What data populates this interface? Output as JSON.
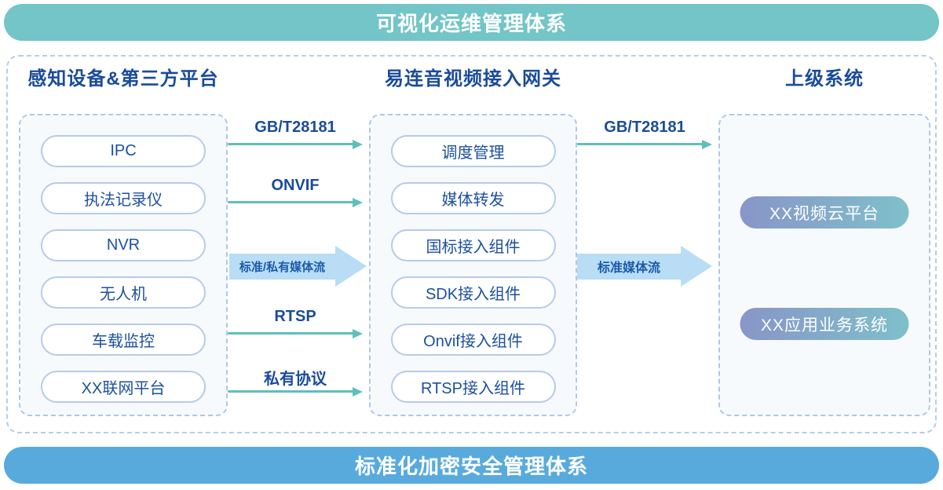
{
  "banners": {
    "top": "可视化运维管理体系",
    "bottom": "标准化加密安全管理体系"
  },
  "columns": [
    {
      "title": "感知设备&第三方平台",
      "items": [
        "IPC",
        "执法记录仪",
        "NVR",
        "无人机",
        "车载监控",
        "XX联网平台"
      ]
    },
    {
      "title": "易连音视频接入网关",
      "items": [
        "调度管理",
        "媒体转发",
        "国标接入组件",
        "SDK接入组件",
        "Onvif接入组件",
        "RTSP接入组件"
      ]
    },
    {
      "title": "上级系统",
      "items": [
        "XX视频云平台",
        "XX应用业务系统"
      ]
    }
  ],
  "flows": {
    "left_to_gateway": [
      {
        "label": "GB/T28181",
        "style": "line"
      },
      {
        "label": "ONVIF",
        "style": "line"
      },
      {
        "label": "标准/私有媒体流",
        "style": "block"
      },
      {
        "label": "RTSP",
        "style": "line"
      },
      {
        "label": "私有协议",
        "style": "line"
      }
    ],
    "gateway_to_upper": [
      {
        "label": "GB/T28181",
        "style": "line"
      },
      {
        "label": "标准媒体流",
        "style": "block"
      }
    ]
  },
  "colors": {
    "top_banner": "#73C5C7",
    "bottom_banner": "#58AADD",
    "heading_text": "#1A4B9B",
    "pill_border": "#B6CBE9",
    "pill_text": "#1C4F9F",
    "dashed_border": "#B7CCE9",
    "line_arrow": "#5FBFBA",
    "block_arrow_fill": "#B8DDF4",
    "block_arrow_text": "#1C5AAB",
    "gradient_pill_left": "#8895C8",
    "gradient_pill_right": "#7FC0CA"
  }
}
